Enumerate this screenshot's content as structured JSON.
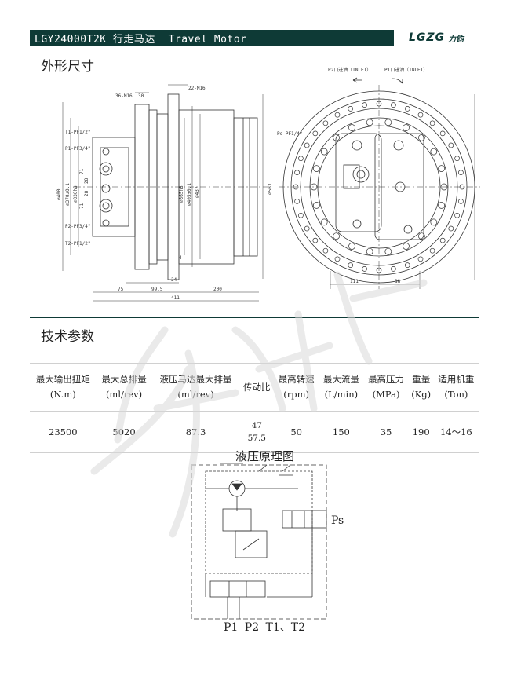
{
  "header": {
    "title": "LGY24000T2K 行走马达  Travel Motor",
    "logo": "LGZG",
    "logo_sub": "力钧"
  },
  "sections": {
    "dimensions_title": "外形尺寸",
    "params_title": "技术参数"
  },
  "drawing": {
    "left_labels": {
      "m16_top": "36-M16",
      "dim_30": "30",
      "m16_right": "22-M16",
      "t1": "T1-PF1/2\"",
      "p1": "P1-PF3/4\"",
      "p2": "P2-PF3/4\"",
      "t2": "T2-PF1/2\"",
      "dia400": "∅400",
      "dia370": "∅370±0.1",
      "dia330": "∅330h8",
      "dia365": "∅365h8",
      "dia405": "∅405±0.1",
      "dia437": "∅437",
      "dim_28a": "28",
      "dim_28b": "28",
      "dim_71a": "71",
      "dim_71b": "71",
      "dim_75": "75",
      "dim_99": "99.5",
      "dim_24": "24",
      "dim_200": "200",
      "dim_411": "411",
      "dim_4": "4"
    },
    "right_labels": {
      "p2_inlet": "P2口进油（INLET）",
      "p1_inlet": "P1口进油（INLET）",
      "ps": "Ps-PF1/4\"",
      "dia563": "∅563",
      "dim_111": "111",
      "dim_88": "88"
    }
  },
  "table": {
    "headers": [
      [
        "最大输出扭矩",
        "(N.m)"
      ],
      [
        "最大总排量",
        "(ml/rev)"
      ],
      [
        "液压马达最大排量",
        "(ml/rev)"
      ],
      [
        "传动比",
        ""
      ],
      [
        "最高转速",
        "(rpm)"
      ],
      [
        "最大流量",
        "(L/min)"
      ],
      [
        "最高压力",
        "(MPa)"
      ],
      [
        "重量",
        "(Kg)"
      ],
      [
        "适用机重",
        "(Ton)"
      ]
    ],
    "row": {
      "torque": "23500",
      "total_disp": "5020",
      "motor_disp": "87.3",
      "ratio_a": "47",
      "ratio_b": "57.5",
      "speed": "50",
      "flow": "150",
      "pressure": "35",
      "weight": "190",
      "machine": "14～16"
    }
  },
  "schematic": {
    "title": "液压原理图",
    "bottom_label": "P1 P2  T1、T2",
    "ps_label": "Ps"
  },
  "colors": {
    "brand": "#0e3a36",
    "line": "#333333"
  }
}
